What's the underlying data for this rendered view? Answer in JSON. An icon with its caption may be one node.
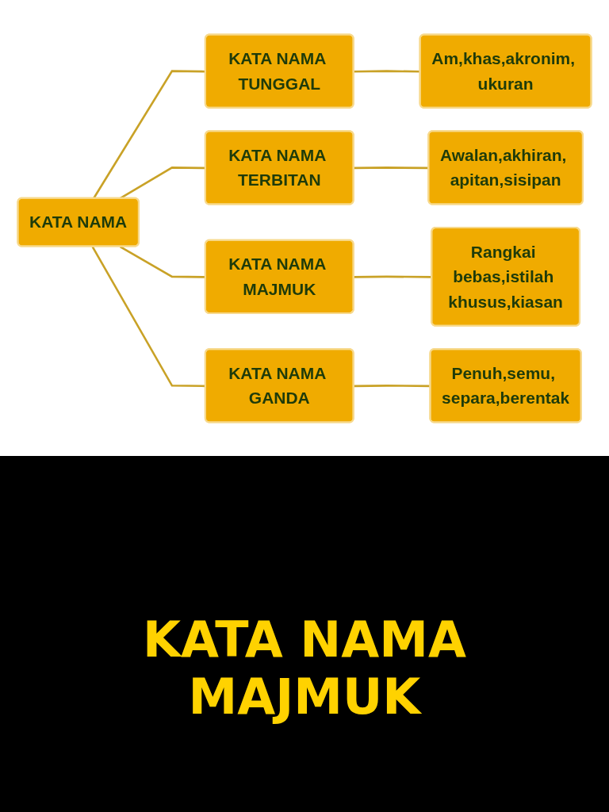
{
  "diagram": {
    "caption": "KATA NAMA MAJMUK",
    "nodes": [
      {
        "text": [
          "KATA NAMA"
        ]
      },
      {
        "text": [
          "KATA NAMA TUNGGAL"
        ]
      },
      {
        "text": [
          "Am,khas,akronim, ukuran"
        ]
      },
      {
        "text": [
          "KATA NAMA TERBITAN"
        ]
      },
      {
        "text": [
          "Awalan,akhiran, apitan,sisipan"
        ]
      },
      {
        "text": [
          "KATA NAMA MAJMUK"
        ]
      },
      {
        "text": [
          "Rangkai bebas,istilah khusus,kiasan"
        ]
      },
      {
        "text": [
          "KATA NAMA GANDA"
        ]
      },
      {
        "text": [
          "Penuh,semu, separa,berentak"
        ]
      }
    ],
    "edges": [
      {
        "from": 0,
        "to": 1,
        "arrow": "none"
      },
      {
        "from": 0,
        "to": 3,
        "arrow": "none"
      },
      {
        "from": 0,
        "to": 5,
        "arrow": "none"
      },
      {
        "from": 0,
        "to": 7,
        "arrow": "none"
      },
      {
        "from": 1,
        "to": 2,
        "arrow": "none"
      },
      {
        "from": 3,
        "to": 4,
        "arrow": "none"
      },
      {
        "from": 5,
        "to": 6,
        "arrow": "none"
      },
      {
        "from": 7,
        "to": 8,
        "arrow": "none"
      }
    ]
  }
}
